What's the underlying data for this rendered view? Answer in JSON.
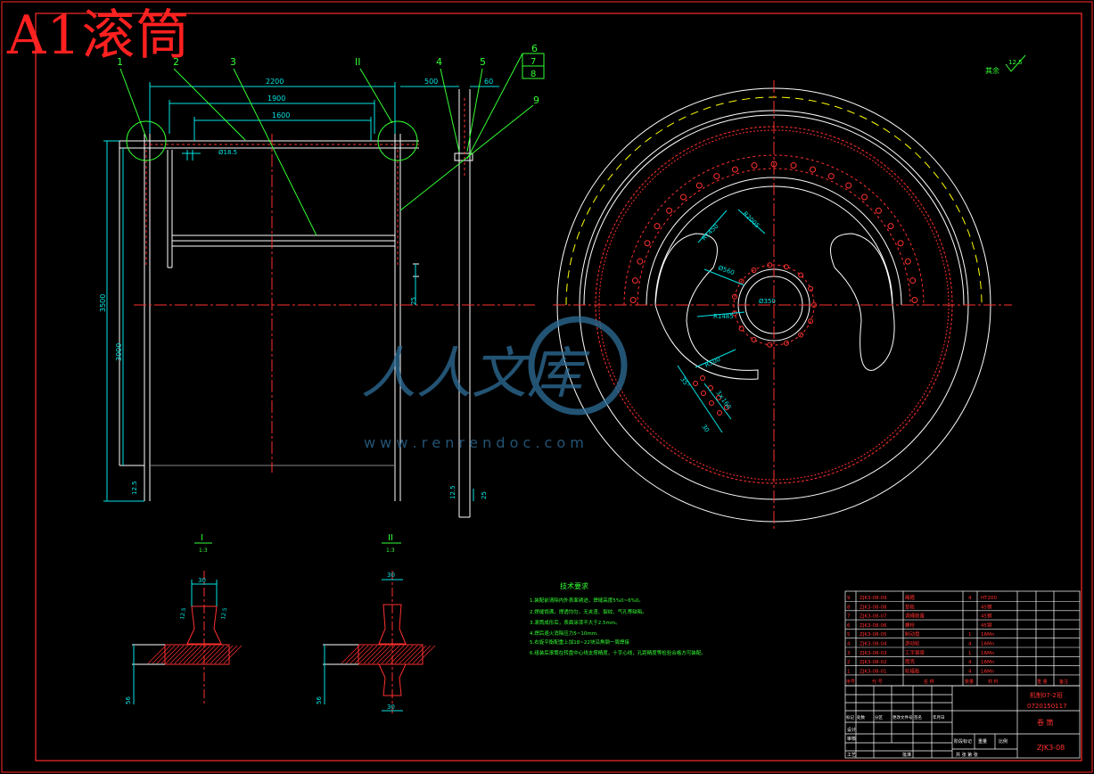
{
  "sheet_title": "A1滚筒",
  "colors": {
    "frame": "#ff2a2a",
    "cyan": "#00e5e5",
    "white": "#ffffff",
    "green": "#33ff33",
    "yellow": "#ffff00",
    "red": "#ff3030",
    "watermark": "#2f6f9a"
  },
  "part_balloons": [
    "1",
    "2",
    "3",
    "II",
    "4",
    "5",
    "6",
    "7",
    "8",
    "9"
  ],
  "dimensions": {
    "d2200": "2200",
    "d1900": "1900",
    "d1600": "1600",
    "d500": "500",
    "d60": "60",
    "dia185": "Ø18.5",
    "h3500": "3500",
    "h3000": "3000",
    "h125": "12.5",
    "h25": "25",
    "h25b": "12.5",
    "h25c": "25"
  },
  "surface_finish": {
    "label": "其余",
    "value": "12.5"
  },
  "section_view": {
    "r1450": "R1450",
    "r2005": "R2005",
    "r1485": "R1485",
    "dia560": "Ø560",
    "dia350": "Ø350",
    "r500": "R500",
    "d35": "35°",
    "d3160": "3×160",
    "d30x": "30"
  },
  "details": [
    {
      "title": "I",
      "scale": "1:3",
      "top": "30",
      "left": "12.5",
      "right": "12.5",
      "side": "56"
    },
    {
      "title": "II",
      "scale": "1:3",
      "top": "30",
      "bottom": "30",
      "side": "56"
    }
  ],
  "tech_requirements": {
    "title": "技术要求",
    "items": [
      "1.装配前清除内外表面锈迹，焊缝高度5%0~6%0。",
      "2.焊缝饱满，焊透均匀，无夹渣、裂纹、气孔等缺陷。",
      "3.滚筒成形后，表面涂漆不大于2.5mm。",
      "4.焊后退火消除应力5~10mm.",
      "5.右旋平衡配重上加18~22块沿角钢一周焊接",
      "6.组装后滚筒在转盘中心线支撑精度，十字心线，孔距精度等检验合格方可装配。"
    ]
  },
  "bom": [
    {
      "no": "9",
      "code": "ZJK3-08-09",
      "name": "绳箍",
      "qty": "4",
      "mat": "HT200"
    },
    {
      "no": "8",
      "code": "ZJK3-08-08",
      "name": "垫板",
      "qty": "",
      "mat": "45钢"
    },
    {
      "no": "7",
      "code": "ZJK3-08-07",
      "name": "调绳装置",
      "qty": "",
      "mat": "45钢"
    },
    {
      "no": "6",
      "code": "ZJK3-08-06",
      "name": "螺栓",
      "qty": "",
      "mat": "45钢"
    },
    {
      "no": "5",
      "code": "ZJK3-08-05",
      "name": "制动盘",
      "qty": "1",
      "mat": "16Mn"
    },
    {
      "no": "4",
      "code": "ZJK3-08-04",
      "name": "游动轮",
      "qty": "4",
      "mat": "16Mn"
    },
    {
      "no": "3",
      "code": "ZJK3-08-03",
      "name": "工字钢梁",
      "qty": "1",
      "mat": "16Mn"
    },
    {
      "no": "2",
      "code": "ZJK3-08-02",
      "name": "筒壳",
      "qty": "4",
      "mat": "16Mn"
    },
    {
      "no": "1",
      "code": "ZJK3-08-01",
      "name": "轮辐板",
      "qty": "4",
      "mat": "16Mn"
    }
  ],
  "bom_header": {
    "no": "序号",
    "code": "代 号",
    "name": "名 称",
    "qty": "数量",
    "mat": "材 料",
    "weight": "重 量",
    "remark": "备注"
  },
  "title_block": {
    "school": "机制07-2班",
    "student_no": "0720150117",
    "part_name": "卷 筒",
    "drawing_no": "ZJK3-08",
    "designer_label": "设计",
    "check_label": "审核",
    "process_label": "工艺",
    "approve_label": "批准",
    "stage": "阶段标记",
    "weight": "重量",
    "scale": "比例",
    "sheets": "共 张 第 张",
    "rows": [
      "标记",
      "处数",
      "分区",
      "更改文件号",
      "签名",
      "年月日"
    ]
  },
  "watermark": {
    "brand": "人人文库",
    "url": "w w w . r e n r e n d o c . c o m"
  }
}
